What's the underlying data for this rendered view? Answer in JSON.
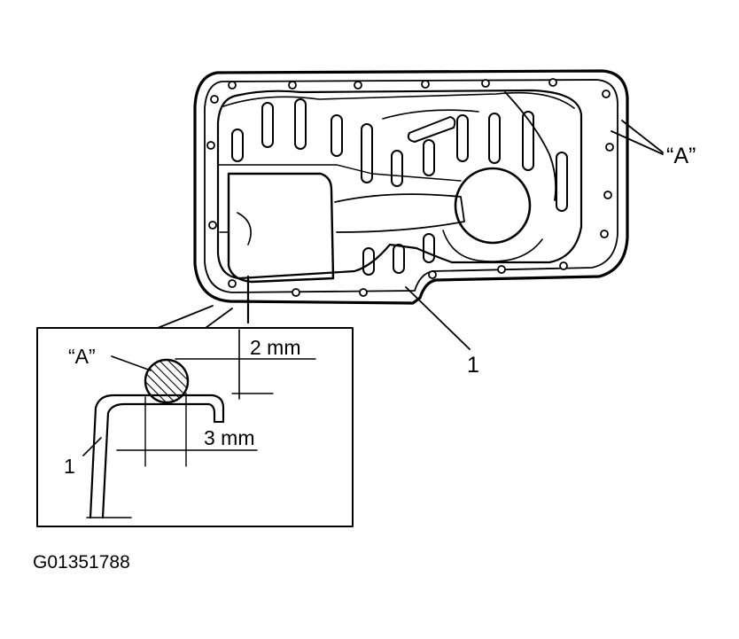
{
  "callouts": {
    "sealant_bead_top": "“A”",
    "sealant_bead_detail": "“A”",
    "part_1_pan": "1",
    "part_1_detail": "1"
  },
  "dimensions": {
    "bead_offset": "2 mm",
    "bead_diameter": "3 mm"
  },
  "figure_code": "G01351788",
  "colors": {
    "ink": "#000000",
    "paper": "#ffffff"
  }
}
